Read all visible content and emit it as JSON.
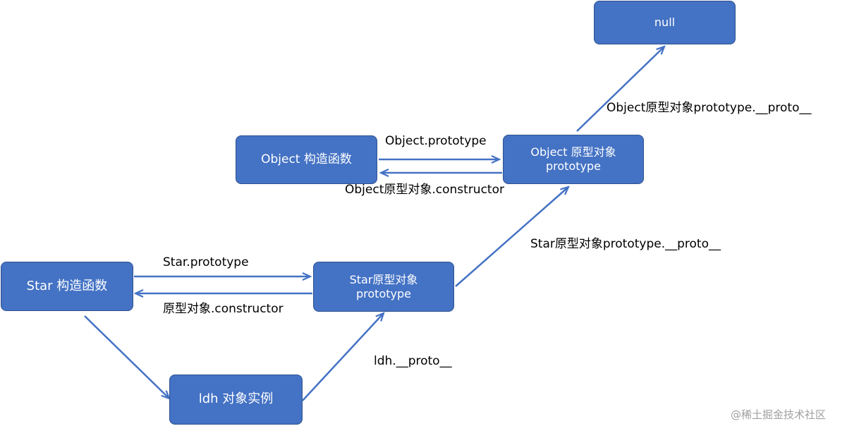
{
  "nodes": {
    "null_box": {
      "line1": "null"
    },
    "object_ctor": {
      "line1": "Object 构造函数"
    },
    "object_proto": {
      "line1": "Object 原型对象",
      "line2": "prototype"
    },
    "star_ctor": {
      "line1": "Star 构造函数"
    },
    "star_proto": {
      "line1": "Star原型对象",
      "line2": "prototype"
    },
    "ldh": {
      "line1": "ldh 对象实例"
    }
  },
  "edges": {
    "object_proto_to_null": "Object原型对象prototype.__proto__",
    "object_ctor_to_proto": "Object.prototype",
    "object_proto_to_ctor": "Object原型对象.constructor",
    "star_proto_to_object_proto": "Star原型对象prototype.__proto__",
    "star_ctor_to_proto": "Star.prototype",
    "star_proto_to_ctor": "原型对象.constructor",
    "ldh_to_star_proto": "ldh.__proto__"
  },
  "watermark": "@稀土掘金技术社区",
  "colors": {
    "node_fill": "#4472c4",
    "node_border": "#2f528f",
    "arrow": "#4472c4"
  }
}
